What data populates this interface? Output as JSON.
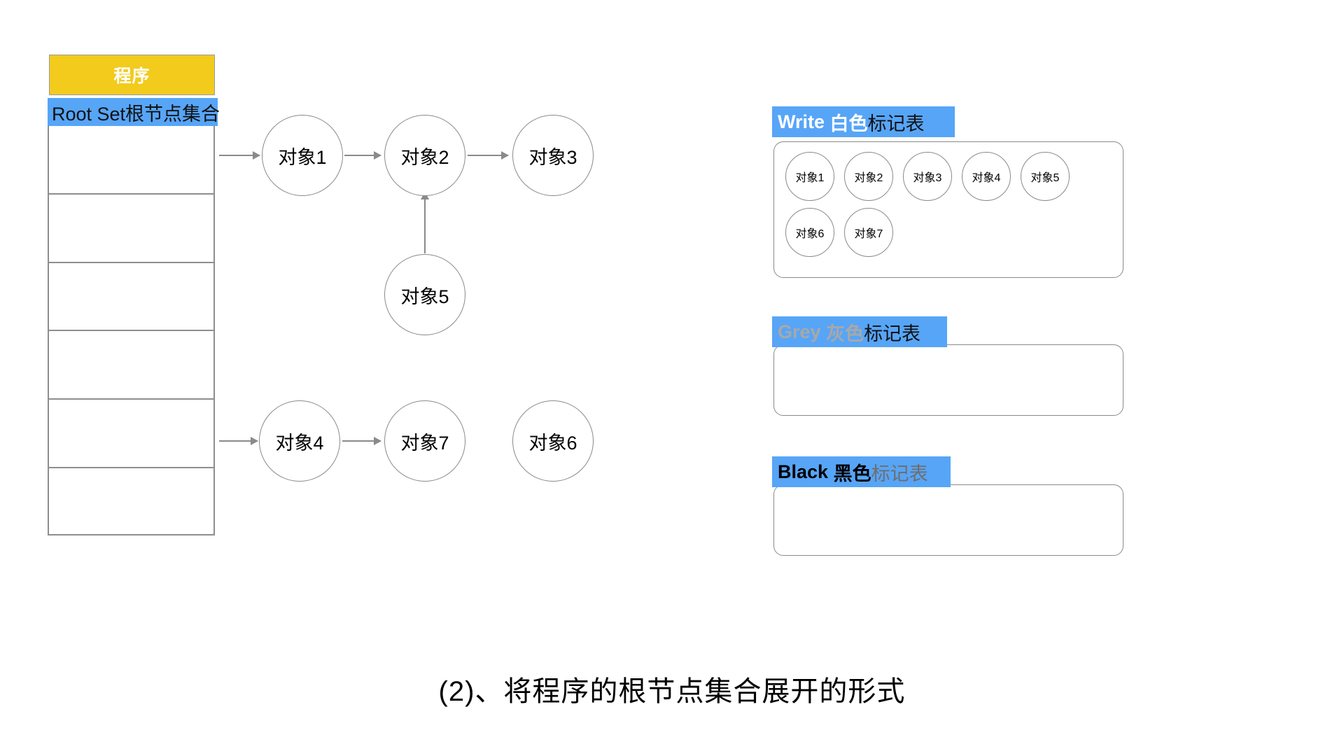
{
  "program": {
    "header_label": "程序",
    "header_color": "#F2CB1D",
    "rootset_label": "Root Set根节点集合",
    "rootset_color": "#57A5F7",
    "slot_count": 6,
    "slots": [
      "",
      "",
      "",
      "",
      "",
      ""
    ]
  },
  "graph": {
    "nodes": [
      {
        "id": "obj1",
        "label": "对象1"
      },
      {
        "id": "obj2",
        "label": "对象2"
      },
      {
        "id": "obj3",
        "label": "对象3"
      },
      {
        "id": "obj5",
        "label": "对象5"
      },
      {
        "id": "obj4",
        "label": "对象4"
      },
      {
        "id": "obj7",
        "label": "对象7"
      },
      {
        "id": "obj6",
        "label": "对象6"
      }
    ],
    "edges": [
      {
        "from": "root-set",
        "to": "obj1"
      },
      {
        "from": "obj1",
        "to": "obj2"
      },
      {
        "from": "obj2",
        "to": "obj3"
      },
      {
        "from": "obj5",
        "to": "obj2"
      },
      {
        "from": "root-set",
        "to": "obj4"
      },
      {
        "from": "obj4",
        "to": "obj7"
      }
    ]
  },
  "mark_tables": [
    {
      "id": "white",
      "keyword": "Write",
      "color_word": "白色",
      "suffix": "标记表",
      "keyword_color": "#ffffff",
      "color_word_color": "#ffffff",
      "suffix_color": "#111111",
      "header_bg": "#57A5F7",
      "items": [
        "对象1",
        "对象2",
        "对象3",
        "对象4",
        "对象5",
        "对象6",
        "对象7"
      ]
    },
    {
      "id": "grey",
      "keyword": "Grey",
      "color_word": "灰色",
      "suffix": "标记表",
      "keyword_color": "#a8a8a8",
      "color_word_color": "#a8a8a8",
      "suffix_color": "#111111",
      "header_bg": "#57A5F7",
      "items": []
    },
    {
      "id": "black",
      "keyword": "Black",
      "color_word": "黑色",
      "suffix": "标记表",
      "keyword_color": "#000000",
      "color_word_color": "#000000",
      "suffix_color": "#6e6e6e",
      "header_bg": "#57A5F7",
      "items": []
    }
  ],
  "caption": "(2)、将程序的根节点集合展开的形式"
}
